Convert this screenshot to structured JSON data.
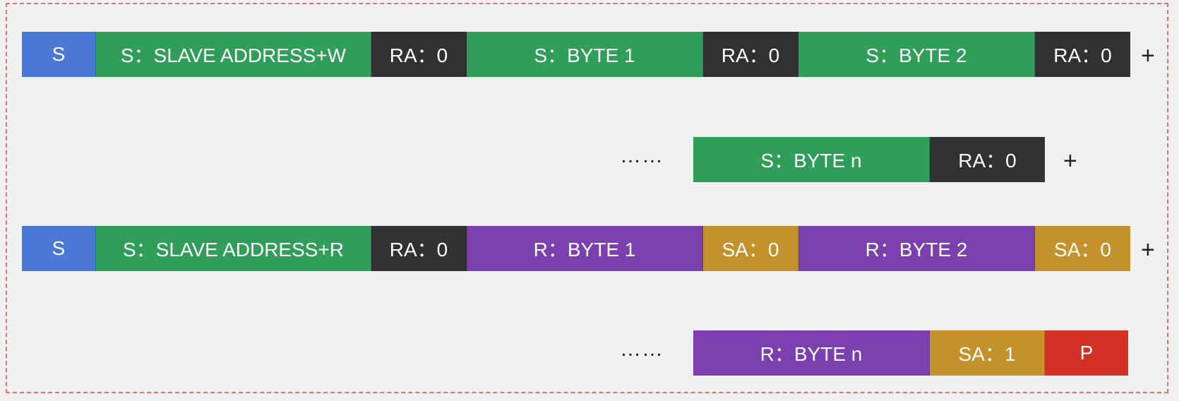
{
  "row1": {
    "segments": [
      {
        "label": "S",
        "color": "#4a78d6"
      },
      {
        "label": "S：SLAVE ADDRESS+W",
        "color": "#2f9e58"
      },
      {
        "label": "RA：0",
        "color": "#313131"
      },
      {
        "label": "S：BYTE 1",
        "color": "#2f9e58"
      },
      {
        "label": "RA：0",
        "color": "#313131"
      },
      {
        "label": "S：BYTE 2",
        "color": "#2f9e58"
      },
      {
        "label": "RA：0",
        "color": "#313131"
      }
    ],
    "suffix": "+"
  },
  "row2": {
    "prefix": "……",
    "segments": [
      {
        "label": "S：BYTE n",
        "color": "#2f9e58"
      },
      {
        "label": "RA：0",
        "color": "#313131"
      }
    ],
    "suffix": "+"
  },
  "row3": {
    "segments": [
      {
        "label": "S",
        "color": "#4a78d6"
      },
      {
        "label": "S：SLAVE ADDRESS+R",
        "color": "#2f9e58"
      },
      {
        "label": "RA：0",
        "color": "#313131"
      },
      {
        "label": "R：BYTE 1",
        "color": "#7c3fb0"
      },
      {
        "label": "SA：0",
        "color": "#c3922b"
      },
      {
        "label": "R：BYTE 2",
        "color": "#7c3fb0"
      },
      {
        "label": "SA：0",
        "color": "#c3922b"
      }
    ],
    "suffix": "+"
  },
  "row4": {
    "prefix": "……",
    "segments": [
      {
        "label": "R：BYTE n",
        "color": "#7c3fb0"
      },
      {
        "label": "SA：1",
        "color": "#c3922b"
      },
      {
        "label": "P",
        "color": "#d33125"
      }
    ]
  }
}
